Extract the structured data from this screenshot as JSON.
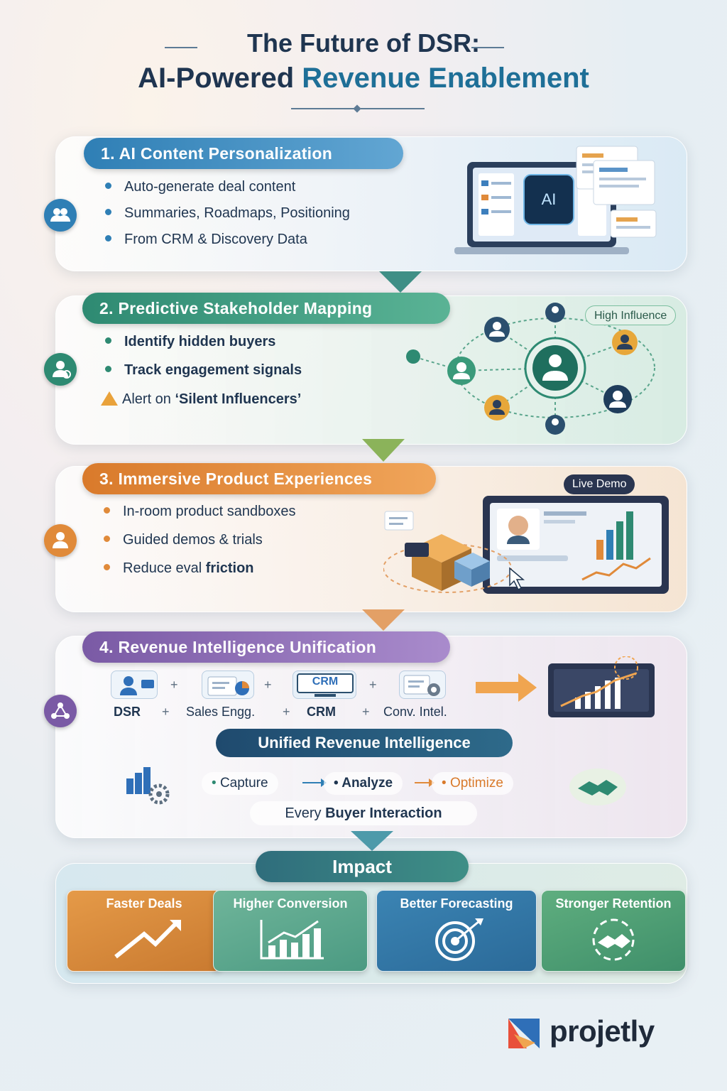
{
  "title": {
    "line1": "The Future of DSR:",
    "line2_part1": "AI-Powered ",
    "line2_part2": "Revenue Enablement"
  },
  "sections": [
    {
      "heading": "1. AI Content Personalization",
      "bullets": [
        "Auto-generate deal content",
        "Summaries, Roadmaps, Positioning",
        "From CRM & Discovery Data"
      ],
      "illustration_label": "AI"
    },
    {
      "heading": "2. Predictive Stakeholder Mapping",
      "bullets": [
        "Identify hidden buyers",
        "Track engagement signals"
      ],
      "alert_prefix": "Alert on ",
      "alert_bold": "‘Silent Influencers’",
      "tag": "High Influence"
    },
    {
      "heading": "3. Immersive Product Experiences",
      "bullets": [
        "In-room product sandboxes",
        "Guided demos & trials"
      ],
      "bullet3_prefix": "Reduce eval ",
      "bullet3_bold": "friction",
      "tag": "Live Demo"
    },
    {
      "heading": "4. Revenue Intelligence Unification",
      "sources": [
        "DSR",
        "Sales Engg.",
        "CRM",
        "Conv. Intel."
      ],
      "crm_chip": "CRM",
      "plus": "+",
      "unified": "Unified Revenue Intelligence",
      "flow": [
        "Capture",
        "Analyze",
        "Optimize"
      ],
      "every_prefix": "Every ",
      "every_bold": "Buyer Interaction"
    }
  ],
  "impact": {
    "heading": "Impact",
    "cards": [
      "Faster Deals",
      "Higher Conversion",
      "Better Forecasting",
      "Stronger Retention"
    ]
  },
  "brand": "projetly"
}
